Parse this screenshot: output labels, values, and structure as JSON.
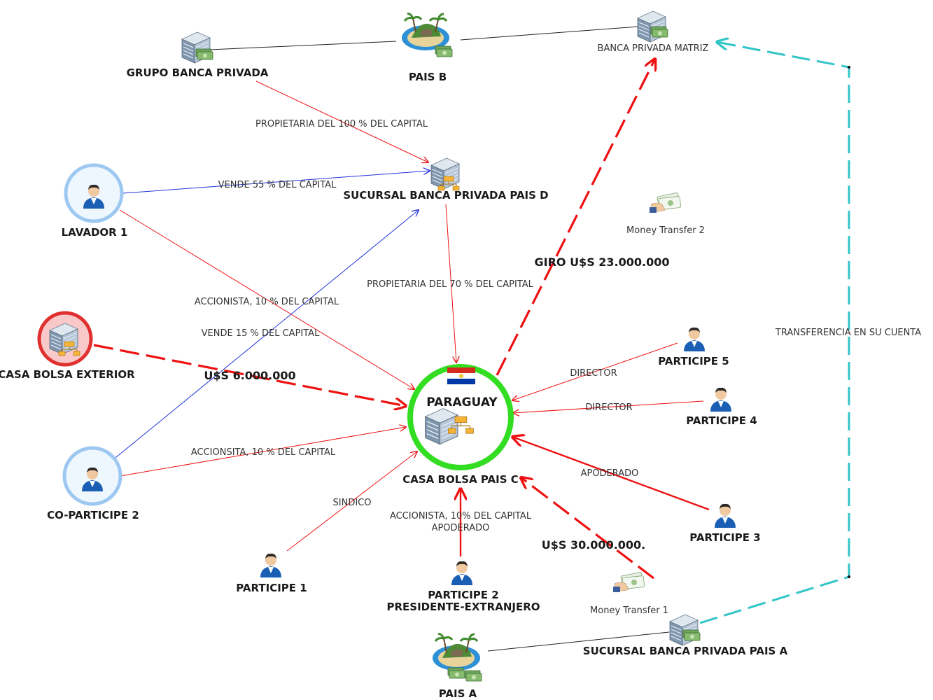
{
  "nodes": {
    "grupo_banca_privada": "GRUPO BANCA PRIVADA",
    "pais_b": "PAIS B",
    "banca_privada_matriz": "BANCA PRIVADA MATRIZ",
    "sucursal_pais_d": "SUCURSAL BANCA PRIVADA PAIS D",
    "lavador_1": "LAVADOR 1",
    "money_transfer_2": "Money Transfer 2",
    "casa_bolsa_exterior": "CASA BOLSA EXTERIOR",
    "paraguay_title": "PARAGUAY",
    "casa_bolsa_pais_c": "CASA BOLSA PAIS C",
    "participe_5": "PARTICIPE 5",
    "participe_4": "PARTICIPE 4",
    "participe_3": "PARTICIPE 3",
    "co_participe_2": "CO-PARTICIPE 2",
    "participe_1": "PARTICIPE 1",
    "participe_2": "PARTICIPE 2",
    "participe_2_role": "PRESIDENTE-EXTRANJERO",
    "money_transfer_1": "Money Transfer 1",
    "sucursal_pais_a": "SUCURSAL BANCA PRIVADA PAIS A",
    "pais_a": "PAIS A"
  },
  "edges": {
    "propietaria_100": "PROPIETARIA DEL 100 % DEL CAPITAL",
    "vende_55": "VENDE 55 % DEL CAPITAL",
    "propietaria_70": "PROPIETARIA DEL 70 % DEL CAPITAL",
    "accionista_10_lavador": "ACCIONISTA, 10 % DEL CAPITAL",
    "vende_15": "VENDE 15 % DEL CAPITAL",
    "uss_6m": "U$S 6.000.000",
    "accionsita_10_co": "ACCIONSITA, 10 % DEL CAPITAL",
    "sindico": "SINDICO",
    "accionista_10_p2": "ACCIONISTA, 10% DEL CAPITAL",
    "apoderado_p2": "APODERADO",
    "director_5": "DIRECTOR",
    "director_4": "DIRECTOR",
    "apoderado_p3": "APODERADO",
    "giro": "GIRO U$S 23.000.000",
    "uss_30m": "U$S 30.000.000.",
    "transferencia": "TRANSFERENCIA EN SU CUENTA"
  },
  "colors": {
    "red_line": "#ee1111",
    "blue_line": "#2233dd",
    "cyan_dash": "#33c4c8",
    "green_ring": "#33dd22",
    "bank_ring_red": "#e03030",
    "person_ring_blue": "#9cc8f2",
    "person_body": "#1a5fb4"
  }
}
